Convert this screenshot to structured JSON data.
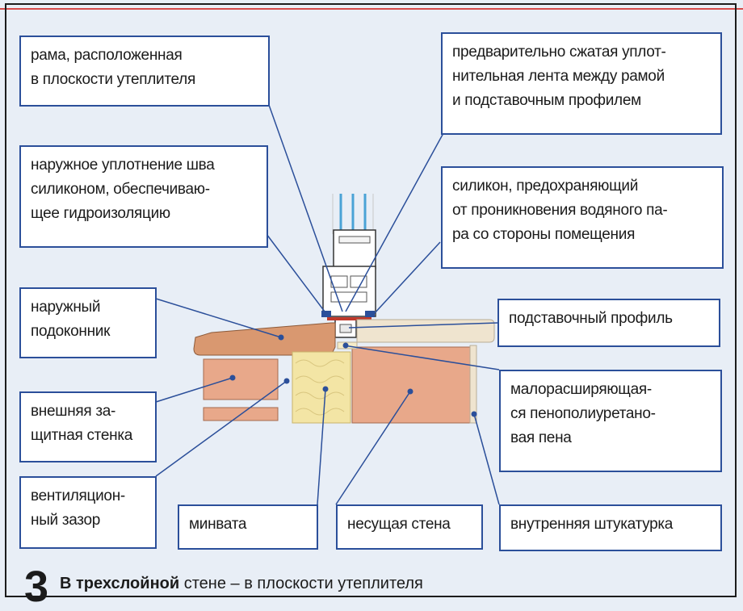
{
  "labels": {
    "frame": "рама, расположенная\nв плоскости утеплителя",
    "tape": "предварительно сжатая уплот-\nнительная лента между рамой\nи подставочным профилем",
    "ext_seal": "наружное уплотнение шва\nсиликоном, обеспечиваю-\nщее гидроизоляцию",
    "silicone_in": "силикон, предохраняющий\nот проникновения водяного па-\nра со стороны помещения",
    "sill": "наружный\nподоконник",
    "stand_profile": "подставочный профиль",
    "ext_wall": "внешняя за-\nщитная стенка",
    "foam": "малорасширяющая-\nся пенополиуретано-\nвая пена",
    "vent_gap": "вентиляцион-\nный зазор",
    "minwool": "минвата",
    "bearing_wall": "несущая стена",
    "plaster": "внутренняя штукатурка"
  },
  "caption": {
    "number": "3",
    "bold": "В трехслойной",
    "rest": " стене – в плоскости утеплителя"
  },
  "colors": {
    "border": "#2b4f9a",
    "leader": "#2b4f9a",
    "brick": "#e8a88a",
    "insulation": "#f3e5a5",
    "sill": "#d99870",
    "plaster": "#efe4cf",
    "glass": "#4aa3d6",
    "seal": "#c0392b"
  }
}
